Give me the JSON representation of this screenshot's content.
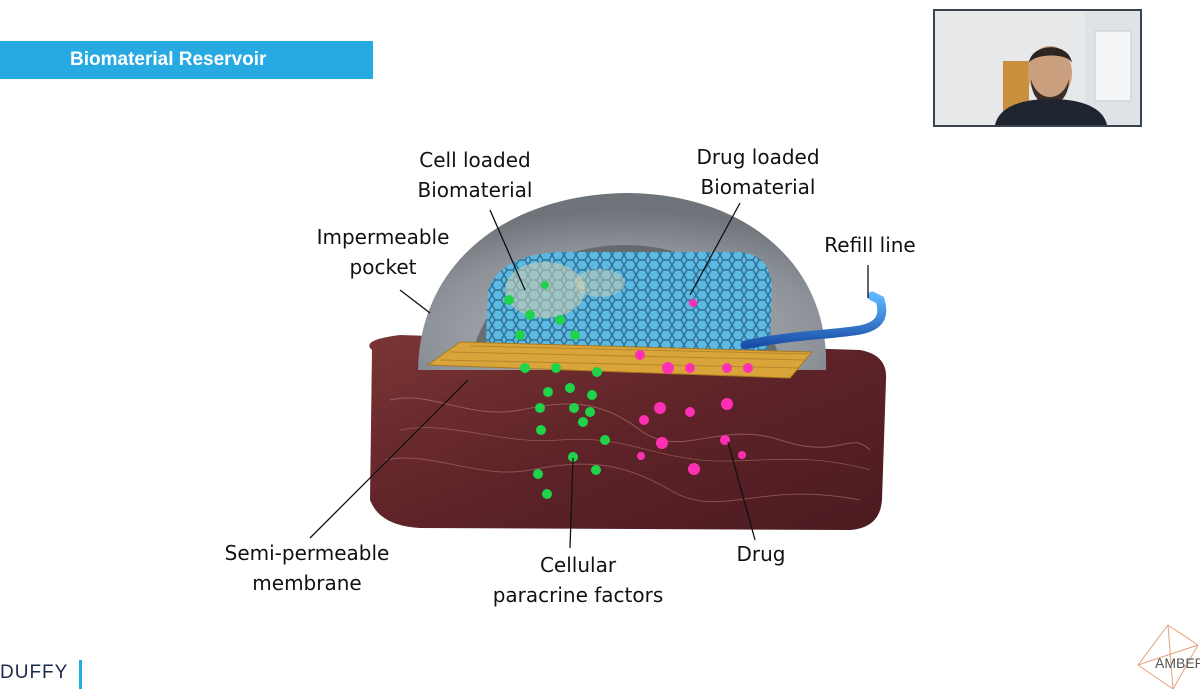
{
  "slide": {
    "title": "Biomaterial Reservoir"
  },
  "labels": {
    "cell_loaded_1": "Cell loaded",
    "cell_loaded_2": "Biomaterial",
    "drug_loaded_1": "Drug loaded",
    "drug_loaded_2": "Biomaterial",
    "impermeable_1": "Impermeable",
    "impermeable_2": "pocket",
    "refill": "Refill line",
    "semi_1": "Semi-permeable",
    "semi_2": "membrane",
    "cellular_1": "Cellular",
    "cellular_2": "paracrine factors",
    "drug": "Drug"
  },
  "logos": {
    "left": "DUFFY",
    "right": "AMBER"
  },
  "colors": {
    "title_bar": "#27aae1",
    "cell_factor": "#1fd34a",
    "drug_particle": "#ff2fb4",
    "tissue": "#6b2a2c",
    "pocket": "#8f949a",
    "scaffold": "#56b8e0",
    "membrane": "#d9a53a"
  }
}
